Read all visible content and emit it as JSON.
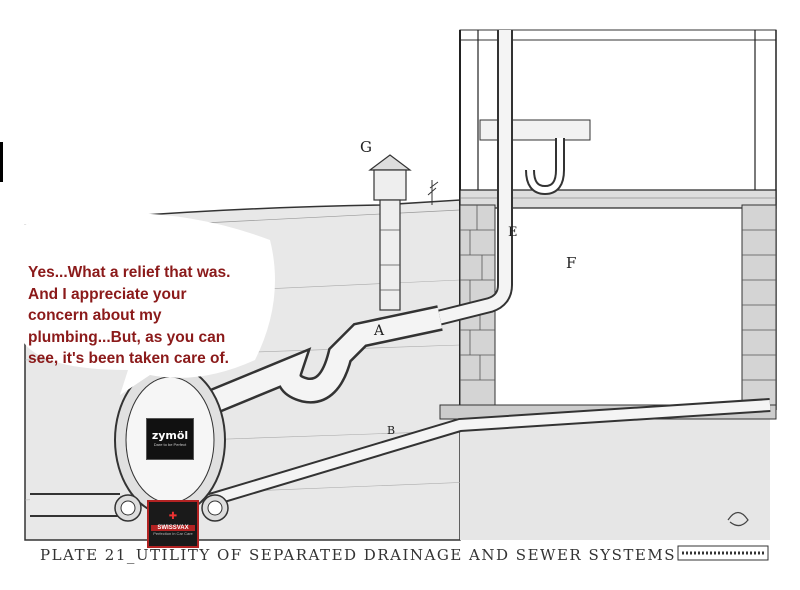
{
  "illustration": {
    "labels": {
      "g": "G",
      "e": "E",
      "f": "F",
      "a": "A",
      "b": "B"
    },
    "caption": "PLATE 21_UTILITY OF SEPARATED DRAINAGE AND SEWER SYSTEMS"
  },
  "speech_bubble": {
    "line1": "Yes...What a relief that was.",
    "line2": "And I appreciate your",
    "line3": "concern about my",
    "line4": "plumbing...But, as you can",
    "line5": "see, it's been taken care of."
  },
  "logos": {
    "zymol": {
      "brand": "zymöl",
      "tagline": "Dare to be Perfect"
    },
    "swissvax": {
      "brand": "SWISSVAX",
      "tagline": "Perfection in Car Care"
    }
  }
}
